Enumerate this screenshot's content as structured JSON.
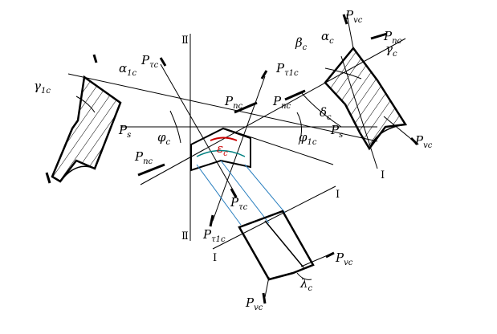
{
  "labels": {
    "P_vc": "P",
    "vc": "vc",
    "P_nc": "P",
    "nc": "nc",
    "P_tc": "P",
    "tc": "τc",
    "P_t1c": "P",
    "t1c": "τ1c",
    "P_s": "P",
    "s": "s",
    "gamma_1c": "γ",
    "sub_1c": "1c",
    "alpha_1c": "α",
    "sub_1c_b": "1c",
    "beta_c": "β",
    "sub_c": "c",
    "alpha_c": "α",
    "sub_c_b": "c",
    "gamma_c": "γ",
    "sub_c_c": "c",
    "delta_c": "δ",
    "sub_c_d": "c",
    "phi_c": "φ",
    "sub_c_e": "c",
    "phi_1c": "φ",
    "sub_1c_c": "1c",
    "epsilon_c": "ε",
    "sub_c_f": "c",
    "lambda_c": "λ",
    "sub_c_g": "c",
    "section_I": "Ⅰ",
    "section_II": "Ⅱ"
  },
  "colors": {
    "line": "#000000",
    "accent_red": "#cc0000",
    "accent_teal": "#008080",
    "accent_blue": "#2a7fbf"
  }
}
